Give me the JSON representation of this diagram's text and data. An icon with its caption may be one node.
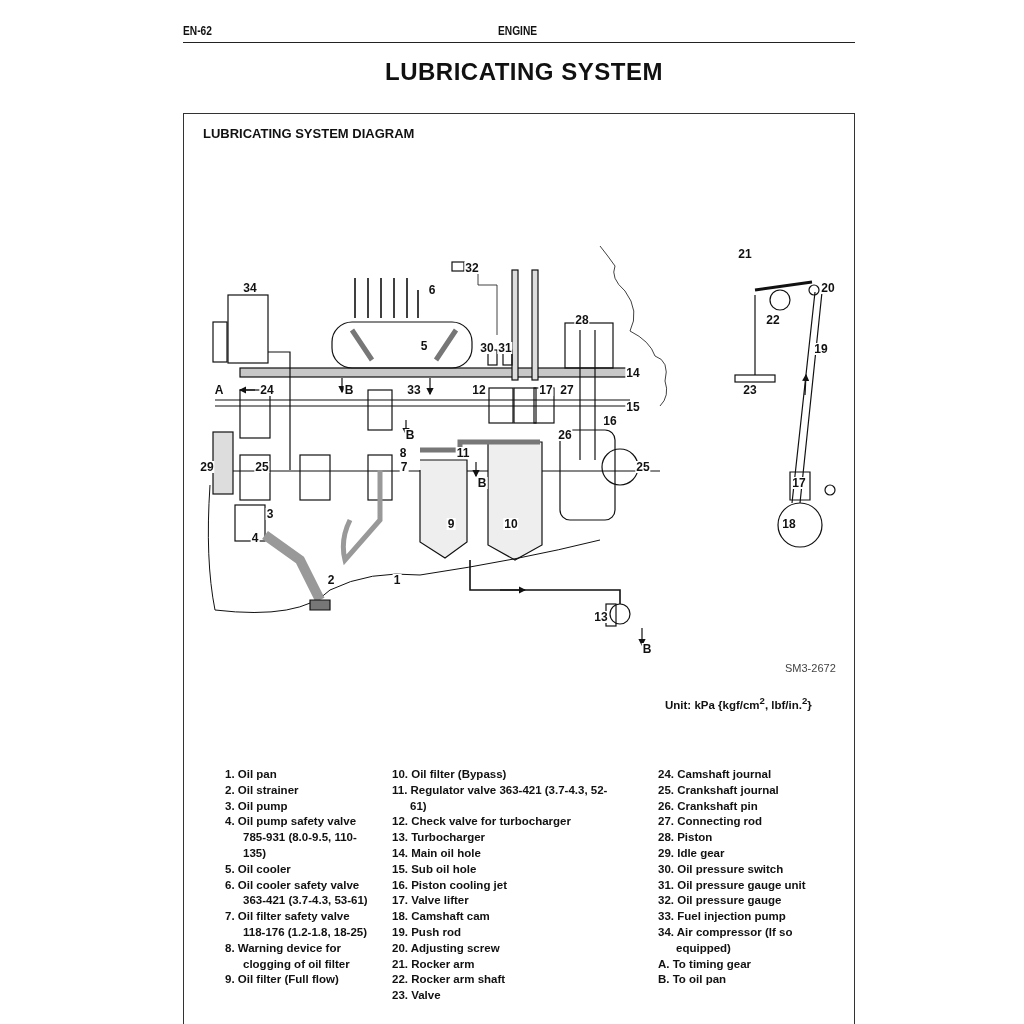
{
  "diagram": {
    "title": "LUBRICATING SYSTEM",
    "labels": [
      "EN-62",
      "ENGINE",
      "LUBRICATING SYSTEM DIAGRAM",
      "21",
      "32",
      "34",
      "6",
      "20",
      "28",
      "22",
      "5",
      "30",
      "31",
      "19",
      "14",
      "A",
      "24",
      "B",
      "33",
      "12",
      "17",
      "27",
      "23",
      "15",
      "16",
      "B",
      "26",
      "8",
      "11",
      "29",
      "25",
      "7",
      "25",
      "B",
      "17",
      "3",
      "9",
      "10",
      "18",
      "4",
      "2",
      "1",
      "13",
      "B",
      "SM3-2672",
      "Unit: kPa {kgf/cm$^{2}$, lbf/in.$^{2}$}",
      "1. Oil pan",
      "2. Oil strainer",
      "3. Oil pump",
      "4. Oil pump safety valve 785-931 (8.0-9.5, 110-135)",
      "5. Oil cooler",
      "6. Oil cooler safety valve 363-421 (3.7-4.3, 53-61)",
      "7. Oil filter safety valve 118-176 (1.2-1.8, 18-25)",
      "8. Warning device for clogging of oil filter",
      "9. Oil filter (Full flow)",
      "10. Oil filter (Bypass)",
      "11. Regulator valve 363-421 (3.7-4.3, 52-61)",
      "12. Check valve for turbocharger",
      "13. Turbocharger",
      "14. Main oil hole",
      "15. Sub oil hole",
      "16. Piston cooling jet",
      "17. Valve lifter",
      "18. Camshaft cam",
      "19. Push rod",
      "20. Adjusting screw",
      "21. Rocker arm",
      "22. Rocker arm shaft",
      "23. Valve",
      "24. Camshaft journal",
      "25. Crankshaft journal",
      "26. Crankshaft pin",
      "27. Connecting rod",
      "28. Piston",
      "29. Idle gear",
      "30. Oil pressure switch",
      "31. Oil pressure gauge unit",
      "32. Oil pressure gauge",
      "33. Fuel injection pump",
      "34. Air compressor (If so equipped)",
      "A. To timing gear",
      "B. To oil pan"
    ]
  }
}
